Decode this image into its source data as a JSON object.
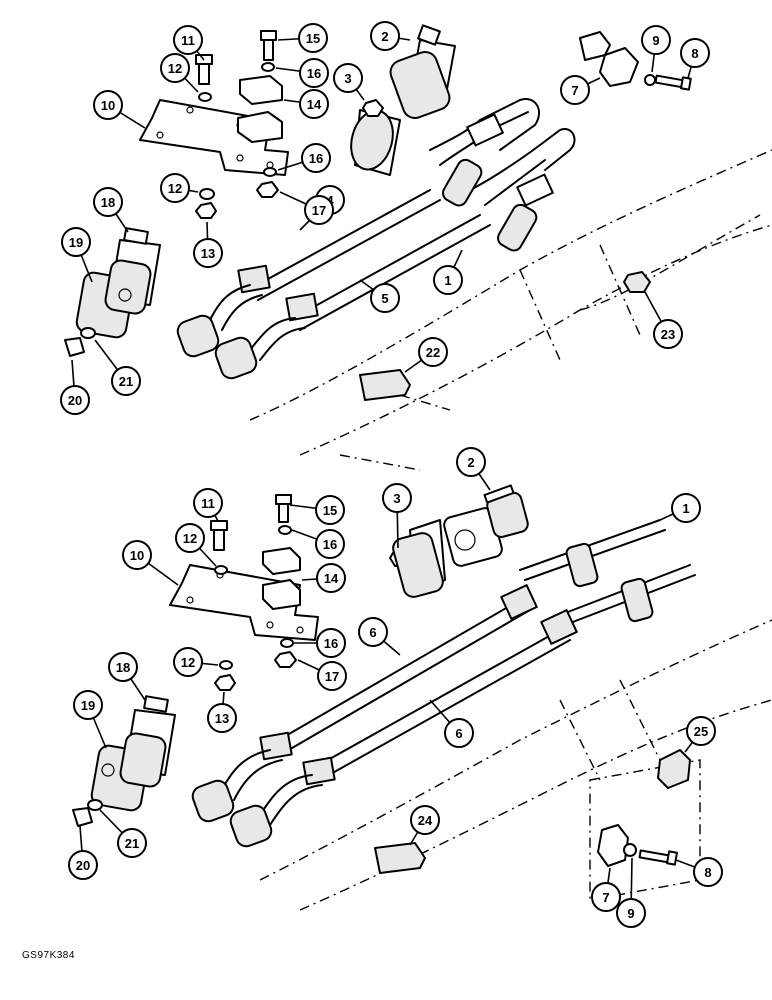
{
  "figure_code": "GS97K384",
  "upper_diagram": {
    "callouts": [
      "1",
      "2",
      "3",
      "4",
      "5",
      "7",
      "8",
      "9",
      "10",
      "11",
      "12",
      "12",
      "13",
      "14",
      "15",
      "16",
      "16",
      "17",
      "18",
      "19",
      "20",
      "21",
      "22",
      "23"
    ]
  },
  "lower_diagram": {
    "callouts": [
      "1",
      "2",
      "3",
      "6",
      "6",
      "7",
      "8",
      "9",
      "10",
      "11",
      "12",
      "12",
      "13",
      "14",
      "15",
      "16",
      "16",
      "17",
      "18",
      "19",
      "20",
      "21",
      "24",
      "25"
    ]
  }
}
